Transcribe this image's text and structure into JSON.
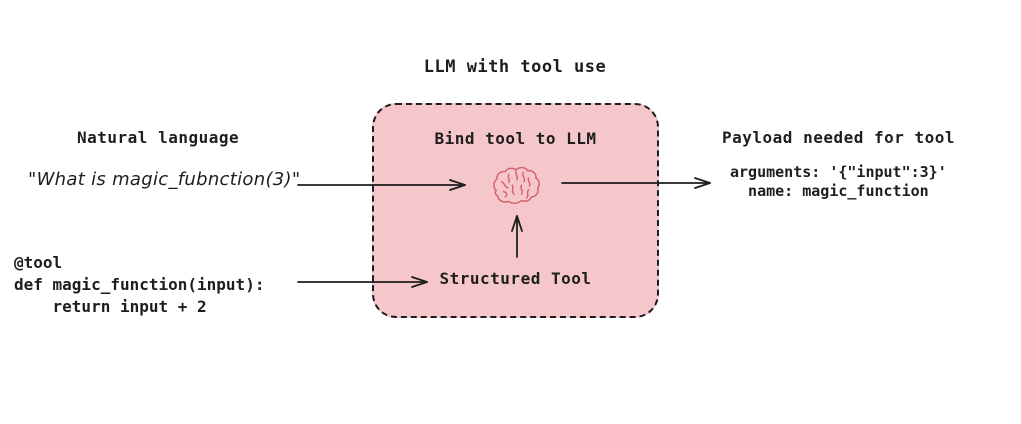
{
  "title": "LLM with tool use",
  "colors": {
    "box_fill": "#f6c7ca",
    "stroke": "#1e1e1e",
    "brain_stroke": "#d4616a",
    "bg": "#ffffff"
  },
  "left": {
    "heading": "Natural language",
    "quote": "\"What is magic_fubnction(3)\"",
    "code": "@tool\ndef magic_function(input):\n    return input + 2"
  },
  "box": {
    "heading": "Bind tool to LLM",
    "icon": "brain-icon",
    "tool_label": "Structured Tool"
  },
  "right": {
    "heading": "Payload needed for tool",
    "payload": "arguments: '{\"input\":3}'\n  name: magic_function"
  }
}
